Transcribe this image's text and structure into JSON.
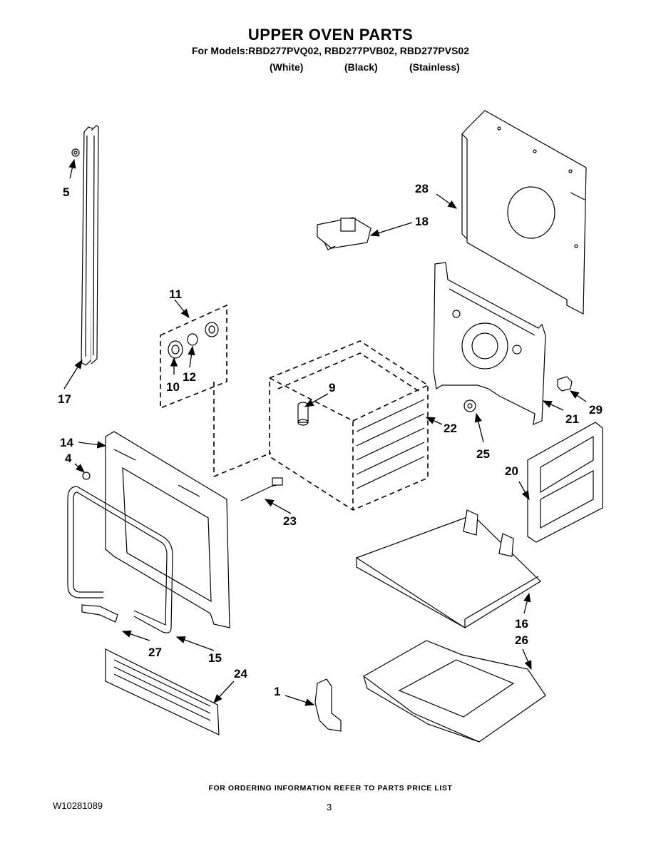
{
  "header": {
    "title": "UPPER OVEN PARTS",
    "models": "For Models:RBD277PVQ02, RBD277PVB02, RBD277PVS02",
    "variants": [
      "(White)",
      "(Black)",
      "(Stainless)"
    ]
  },
  "callouts": {
    "c1": "1",
    "c4": "4",
    "c5": "5",
    "c9": "9",
    "c10": "10",
    "c11": "11",
    "c12": "12",
    "c14": "14",
    "c15": "15",
    "c16": "16",
    "c17": "17",
    "c18": "18",
    "c20": "20",
    "c21": "21",
    "c22": "22",
    "c23": "23",
    "c24": "24",
    "c25": "25",
    "c26": "26",
    "c27": "27",
    "c28": "28",
    "c29": "29"
  },
  "footer": {
    "ordering_note": "FOR ORDERING INFORMATION REFER TO PARTS PRICE LIST",
    "document_number": "W10281089",
    "page_number": "3"
  }
}
